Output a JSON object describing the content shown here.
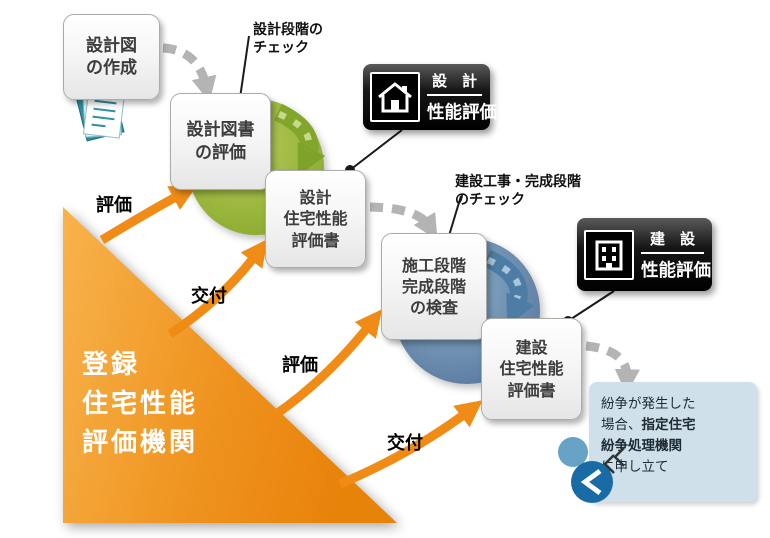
{
  "diagram": {
    "organization": {
      "label": "登録\n住宅性能\n評価機関"
    },
    "steps": {
      "design_creation": "設計図\nの作成",
      "design_doc_evaluation": "設計図書\nの評価",
      "design_report": "設計\n住宅性能\n評価書",
      "inspection": "施工段階\n完成段階\nの検査",
      "construction_report": "建設\n住宅性能\n評価書"
    },
    "checks": {
      "design_stage": "設計段階の\nチェック",
      "construction_stage": "建設工事・完成段階\nのチェック"
    },
    "badges": {
      "design": {
        "type": "設　計",
        "label": "性能評価"
      },
      "construction": {
        "type": "建　設",
        "label": "性能評価"
      }
    },
    "flows": {
      "evaluation_design": "評価",
      "issue_design": "交付",
      "evaluation_construction": "評価",
      "issue_construction": "交付"
    },
    "dispute": {
      "text_pre": "紛争が発生した\n場合、",
      "text_bold": "指定住宅\n紛争処理機関",
      "text_post": "\nに申し立て"
    },
    "colors": {
      "triangle_orange": "#ef9420",
      "arrow_orange": "#f08c16",
      "circle_green": "#94b233",
      "circle_blue": "#6691b4",
      "badge_black": "#000000",
      "dispute_box_blue": "#cfe0ea",
      "gray_arrow": "#b4b4b4"
    }
  }
}
